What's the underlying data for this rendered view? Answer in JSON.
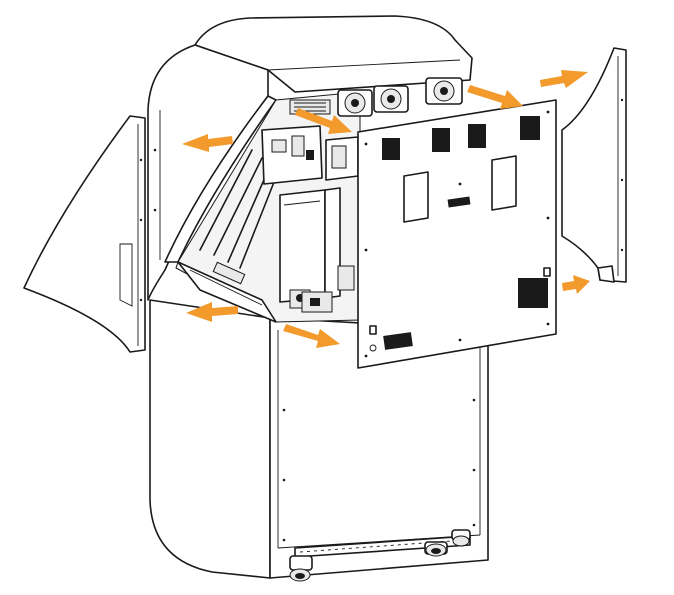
{
  "diagram": {
    "subject": "kiosk-cabinet-panel-removal",
    "colors": {
      "arrow": "#F39A2C",
      "outline": "#1A1A1A",
      "background": "#FFFFFF"
    },
    "arrows": [
      {
        "name": "left-side-panel-out-arrow",
        "direction": "left"
      },
      {
        "name": "left-lower-panel-out-arrow",
        "direction": "left"
      },
      {
        "name": "rear-panel-out-arrow-top",
        "direction": "down-right"
      },
      {
        "name": "rear-panel-out-arrow-bottom",
        "direction": "down-right"
      },
      {
        "name": "right-side-panel-out-arrow-top",
        "direction": "right"
      },
      {
        "name": "right-side-panel-out-arrow-bottom",
        "direction": "right"
      }
    ]
  }
}
